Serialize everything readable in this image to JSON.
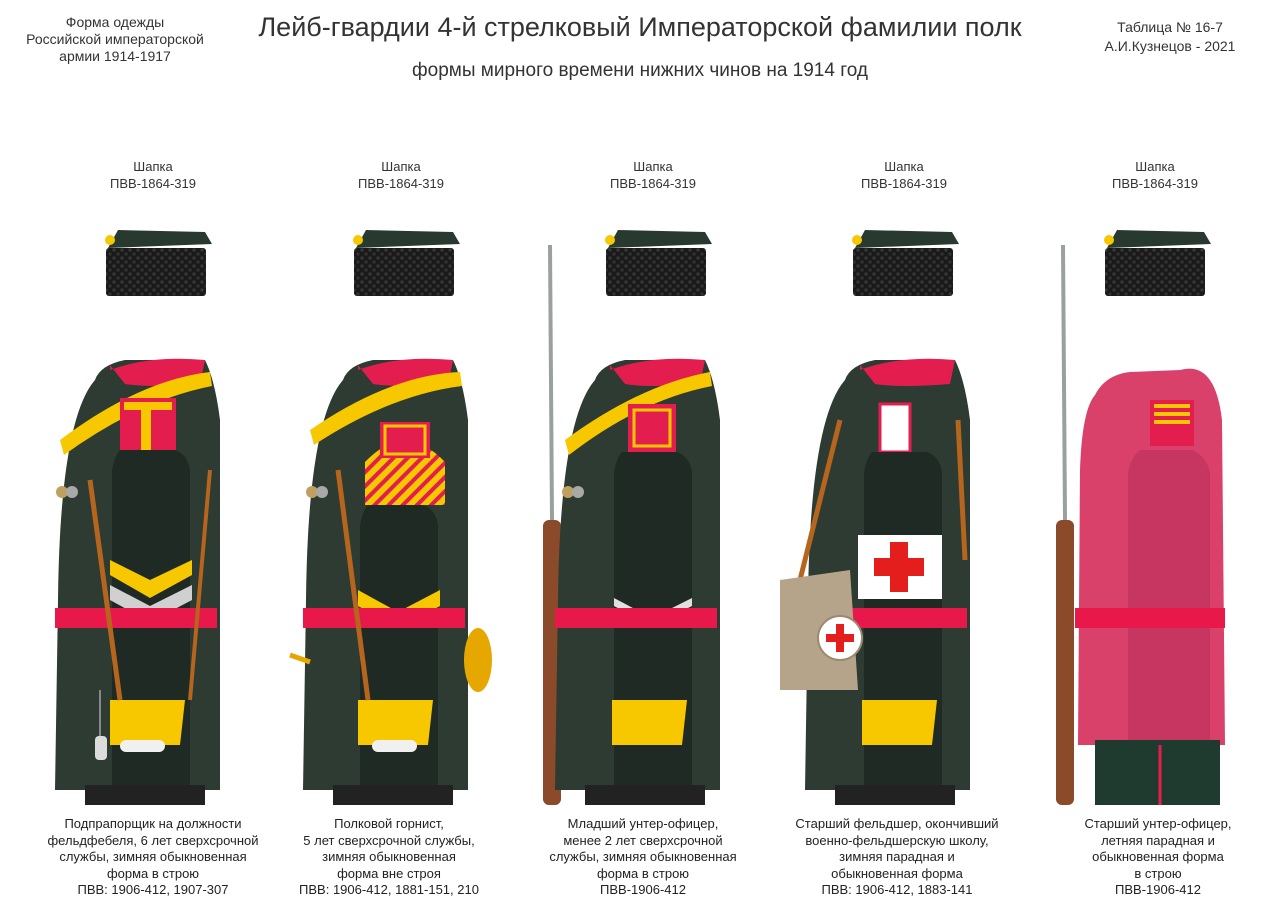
{
  "header": {
    "left_lines": [
      "Форма одежды",
      "Российской императорской",
      "армии  1914-1917"
    ],
    "title": "Лейб-гвардии 4-й стрелковый Императорской фамилии полк",
    "subtitle": "формы мирного времени нижних чинов  на 1914 год",
    "right_lines": [
      "Таблица № 16-7",
      "А.И.Кузнецов - 2021"
    ]
  },
  "colors": {
    "uniform": "#2d3b32",
    "uniform_dark": "#1f2a24",
    "collar": "#e41d4f",
    "gold": "#f7c800",
    "summer_shirt": "#d9406a",
    "belt": "#e8194a",
    "strap": "#b5651d"
  },
  "figures": [
    {
      "hat_label": [
        "Шапка",
        "ПВВ-1864-319"
      ],
      "caption": [
        "Подпрапорщик на должности",
        "фельдфебеля,  6 лет сверхсрочной",
        "службы, зимняя обыкновенная",
        "форма в строю",
        "ПВВ: 1906-412, 1907-307"
      ]
    },
    {
      "hat_label": [
        "Шапка",
        "ПВВ-1864-319"
      ],
      "caption": [
        "Полковой горнист,",
        "5 лет сверхсрочной службы,",
        "зимняя обыкновенная",
        "форма вне строя",
        "ПВВ: 1906-412, 1881-151, 210"
      ]
    },
    {
      "hat_label": [
        "Шапка",
        "ПВВ-1864-319"
      ],
      "caption": [
        "Младший унтер-офицер,",
        "менее 2 лет сверхсрочной",
        "службы, зимняя обыкновенная",
        "форма в строю",
        "ПВВ-1906-412"
      ]
    },
    {
      "hat_label": [
        "Шапка",
        "ПВВ-1864-319"
      ],
      "caption": [
        "Старший фельдшер, окончивший",
        "военно-фельдшерскую школу,",
        "зимняя парадная и",
        "обыкновенная форма",
        "ПВВ: 1906-412, 1883-141"
      ]
    },
    {
      "hat_label": [
        "Шапка",
        "ПВВ-1864-319"
      ],
      "caption": [
        "Старший унтер-офицер,",
        "летняя парадная и",
        "обыкновенная форма",
        "в строю",
        "ПВВ-1906-412"
      ]
    }
  ]
}
